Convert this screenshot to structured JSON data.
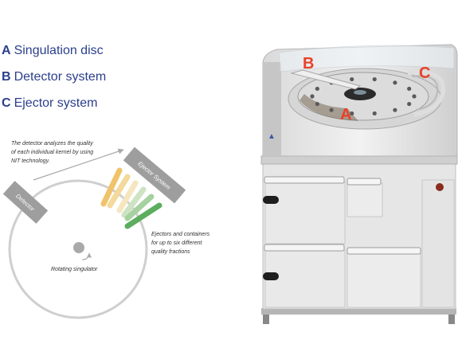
{
  "legend": [
    {
      "letter": "A",
      "text": "Singulation disc"
    },
    {
      "letter": "B",
      "text": "Detector system"
    },
    {
      "letter": "C",
      "text": "Ejector system"
    }
  ],
  "diagram": {
    "detector_note": [
      "The detector analyzes the quality",
      "of each individual kernel by using",
      "NIT technology."
    ],
    "detector_label": "Detector",
    "ejector_label": "Ejector System",
    "ejector_note": [
      "Ejectors and containers",
      "for up to six different",
      "quality fractions"
    ],
    "disc_label": "Rotating singulator",
    "fraction_colors": [
      "#f0c36a",
      "#f3d99a",
      "#f5e6bf",
      "#cde3c3",
      "#a6d1a0",
      "#5cad5e"
    ]
  },
  "photo": {
    "callouts": [
      "A",
      "B",
      "C"
    ],
    "callout_color": "#e8412a"
  }
}
